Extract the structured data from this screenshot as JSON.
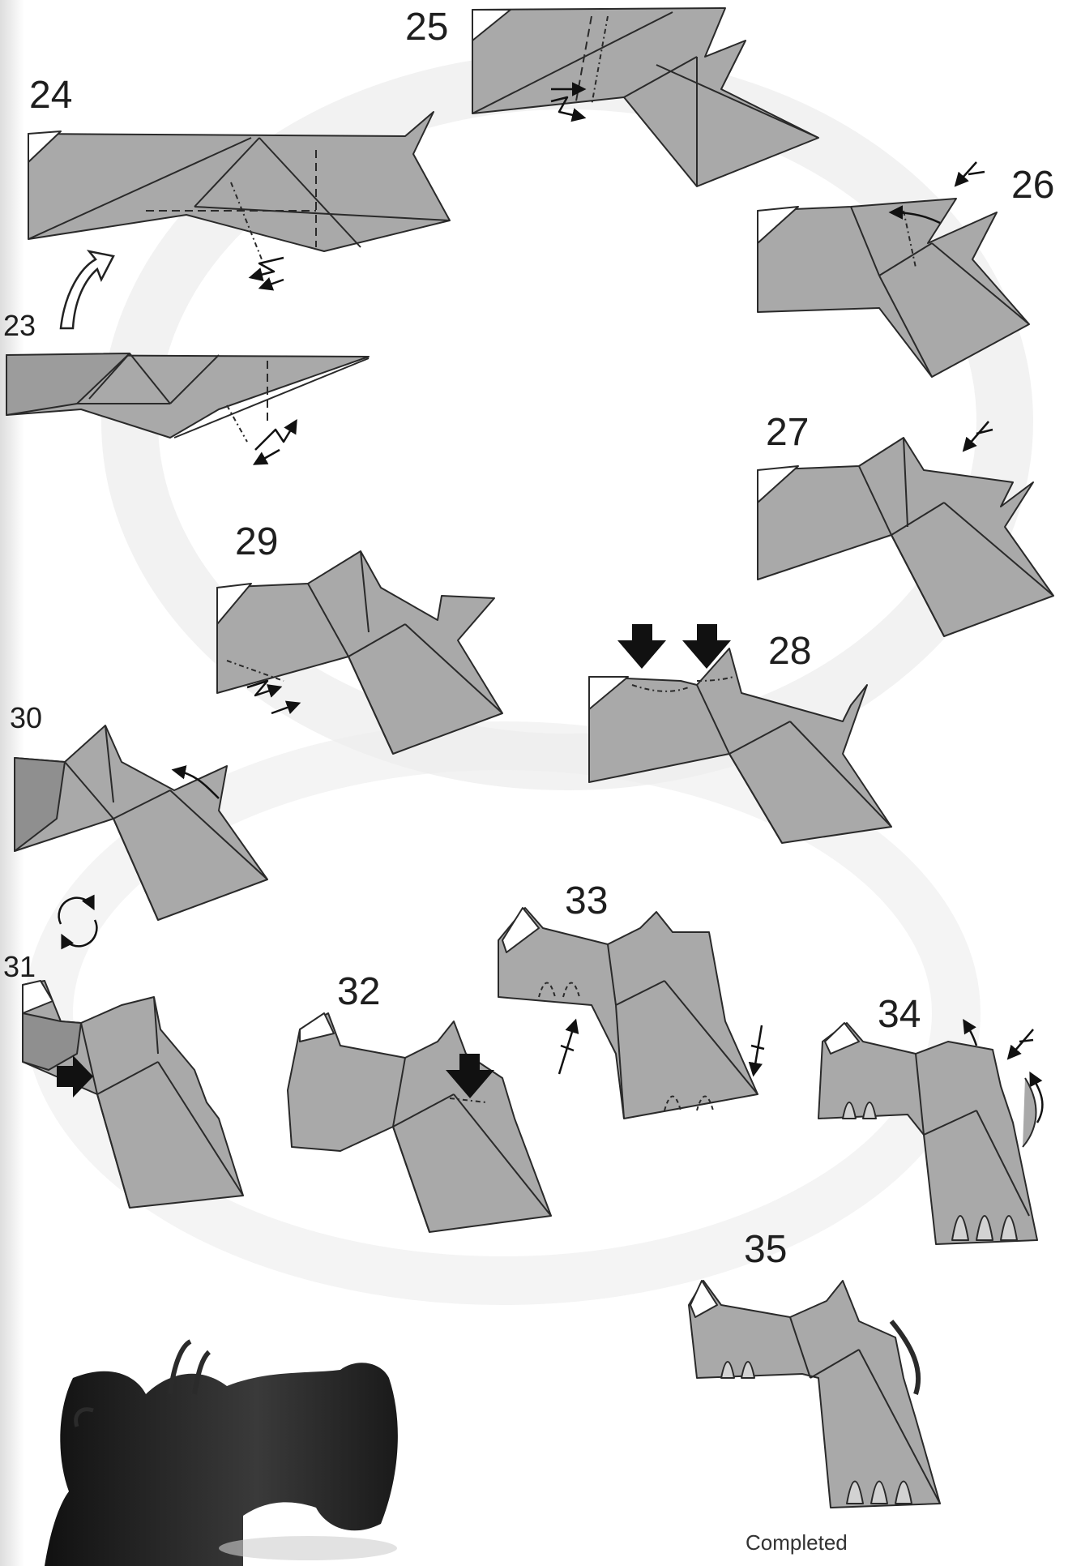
{
  "steps": [
    {
      "number": "23"
    },
    {
      "number": "24"
    },
    {
      "number": "25"
    },
    {
      "number": "26"
    },
    {
      "number": "27"
    },
    {
      "number": "28"
    },
    {
      "number": "29"
    },
    {
      "number": "30"
    },
    {
      "number": "31"
    },
    {
      "number": "32"
    },
    {
      "number": "33"
    },
    {
      "number": "34"
    },
    {
      "number": "35"
    }
  ],
  "completed_caption": "Completed",
  "colors": {
    "paper_gray": "#a9a9a9",
    "paper_light": "#bdbdbd",
    "paper_white": "#ffffff",
    "outline": "#2a2a2a",
    "arrow_black": "#111111",
    "swirl": "#ededed",
    "photo_dark": "#2b2b2b"
  },
  "icons": [
    "flip-over-arrow-icon",
    "rotate-icon",
    "push-arrow-icon",
    "pleat-arrow-icon",
    "fold-behind-arrow-icon"
  ]
}
